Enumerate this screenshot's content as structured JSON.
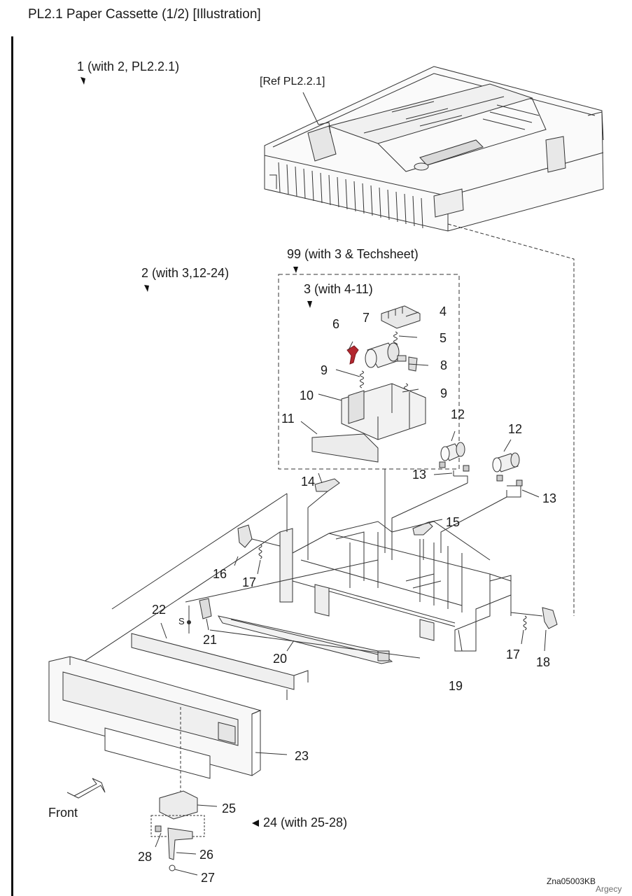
{
  "page_title": "PL2.1 Paper Cassette (1/2)  [Illustration]",
  "assembly_callouts": {
    "item1": "1 (with 2, PL2.2.1)",
    "ref": "[Ref PL2.2.1]",
    "item99": "99 (with 3 & Techsheet)",
    "item2": "2 (with 3,12-24)",
    "item3": "3 (with 4-11)",
    "item24": "24 (with 25-28)"
  },
  "part_numbers": {
    "p4": "4",
    "p5": "5",
    "p6": "6",
    "p7": "7",
    "p8": "8",
    "p9a": "9",
    "p9b": "9",
    "p10": "10",
    "p11": "11",
    "p12a": "12",
    "p12b": "12",
    "p13a": "13",
    "p13b": "13",
    "p14": "14",
    "p15": "15",
    "p16": "16",
    "p17a": "17",
    "p17b": "17",
    "p18": "18",
    "p19": "19",
    "p20": "20",
    "p21": "21",
    "p22": "22",
    "p23": "23",
    "p25": "25",
    "p26": "26",
    "p27": "27",
    "p28": "28"
  },
  "screw_label": "S",
  "direction_label": "Front",
  "drawing_code": "Zna05003KB",
  "watermark": "Argecy",
  "colors": {
    "highlight_part": "#b3262e",
    "line": "#333333"
  }
}
